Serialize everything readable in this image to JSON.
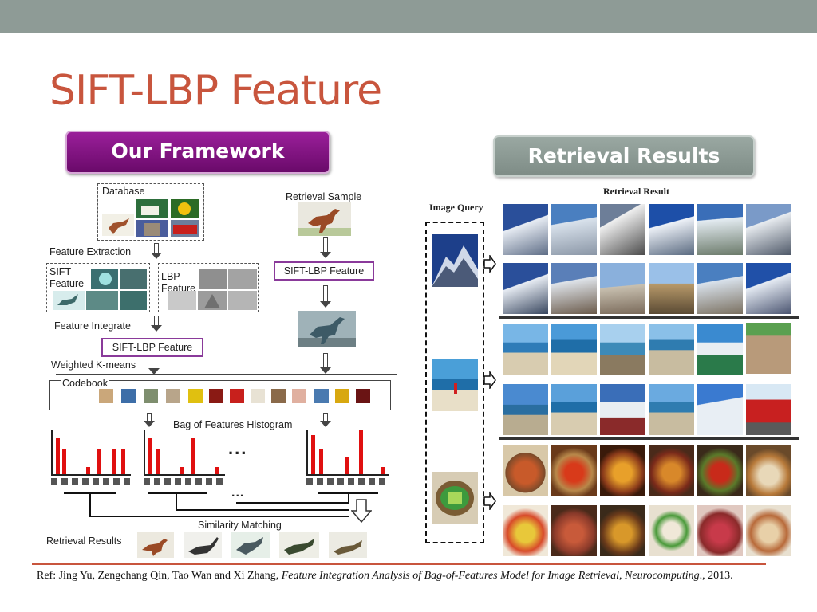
{
  "slide": {
    "title": "SIFT-LBP Feature",
    "framework_label": "Our Framework",
    "results_label": "Retrieval Results"
  },
  "framework": {
    "database": "Database",
    "retrieval_sample": "Retrieval Sample",
    "feature_extraction": "Feature Extraction",
    "sift_feature": "SIFT\nFeature",
    "lbp_feature": "LBP\nFeature",
    "sift_lbp_feature_right": "SIFT-LBP Feature",
    "feature_integrate": "Feature Integrate",
    "sift_lbp_feature_left": "SIFT-LBP Feature",
    "weighted_kmeans": "Weighted K-means",
    "codebook": "Codebook",
    "bof_histogram": "Bag of Features Histogram",
    "ellipsis": "...",
    "similarity_matching": "Similarity Matching",
    "retrieval_results": "Retrieval Results"
  },
  "results_panel": {
    "image_query": "Image Query",
    "retrieval_result": "Retrieval Result"
  },
  "reference": {
    "prefix": "Ref: Jing Yu, Zengchang Qin, Tao Wan and Xi Zhang",
    "comma": ",",
    "paper_title": " Feature Integration Analysis of Bag-of-Features Model for Image Retrieval",
    "journal": "Neurocomputing",
    "suffix": "., 2013."
  },
  "colors": {
    "topbar": "#8e9b96",
    "title": "#c8553d",
    "framework_pill": "#7d127d",
    "results_pill": "#8c9a94",
    "histogram_bar": "#e01010",
    "feature_box_border": "#8a3a9a"
  }
}
